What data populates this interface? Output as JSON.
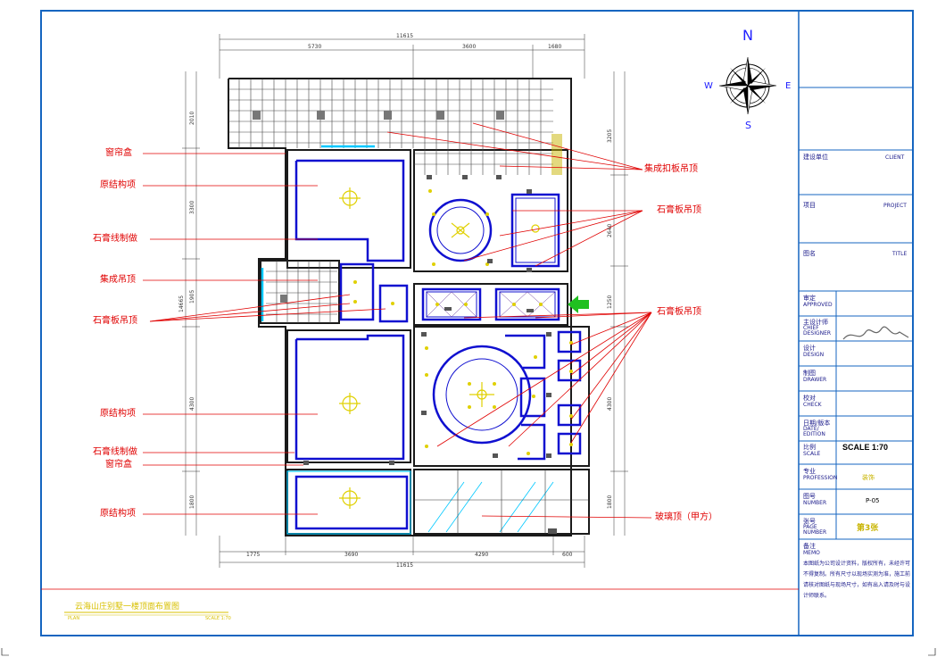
{
  "labels_left": [
    {
      "id": "left-1",
      "text": "窗帘盒"
    },
    {
      "id": "left-2",
      "text": "原结构项"
    },
    {
      "id": "left-3",
      "text": "石膏线制做"
    },
    {
      "id": "left-4",
      "text": "集成吊顶"
    },
    {
      "id": "left-5",
      "text": "石膏板吊顶"
    },
    {
      "id": "left-6",
      "text": "原结构项"
    },
    {
      "id": "left-7",
      "text": "石膏线制做"
    },
    {
      "id": "left-8",
      "text": "窗帘盒"
    },
    {
      "id": "left-9",
      "text": "原结构项"
    }
  ],
  "labels_right": [
    {
      "id": "right-1",
      "text": "集成扣板吊顶"
    },
    {
      "id": "right-2",
      "text": "石膏板吊顶"
    },
    {
      "id": "right-3",
      "text": "石膏板吊顶"
    },
    {
      "id": "right-4",
      "text": "玻璃顶（甲方）"
    }
  ],
  "dimensions": {
    "top_total": "11615",
    "top_a": "5730",
    "top_b": "3600",
    "top_c": "1680",
    "bottom_total": "11615",
    "bottom_a": "1775",
    "bottom_b": "3690",
    "bottom_c": "4290",
    "bottom_d": "600",
    "left_a": "2010",
    "left_b": "3300",
    "left_c": "1905",
    "left_total": "14665",
    "left_d": "4300",
    "left_e": "1800",
    "right_a": "3205",
    "right_b": "2640",
    "right_c": "1250",
    "right_d": "4300",
    "right_e": "1800"
  },
  "compass": {
    "n": "N",
    "s": "S",
    "e": "E",
    "w": "W"
  },
  "title_block": {
    "client_cn": "建设单位",
    "client_en": "CLIENT",
    "project_cn": "项目",
    "project_en": "PROJECT",
    "title_cn": "图名",
    "title_en": "TITLE",
    "approved_cn": "审定",
    "approved_en": "APPROVED",
    "chief_cn": "主设计师",
    "chief_en": "CHIEF DESIGNER",
    "design_cn": "设计",
    "design_en": "DESIGN",
    "drawer_cn": "制图",
    "drawer_en": "DRAWER",
    "check_cn": "校对",
    "check_en": "CHECK",
    "date_cn": "日期/版本",
    "date_en": "DATE/ EDITION",
    "scale_cn": "比例",
    "scale_en": "SCALE",
    "scale_value": "SCALE 1:70",
    "profession_cn": "专业",
    "profession_en": "PROFESSION",
    "profession_value": "装饰",
    "number_cn": "图号",
    "number_en": "NUMBER",
    "number_value": "P-05",
    "page_cn": "张号",
    "page_en": "PAGE NUMBER",
    "page_value": "第3张",
    "memo_cn": "备注",
    "memo_en": "MEMO",
    "memo_text": "本图纸为公司设计资料，版权所有，未经许可不得复制。所有尺寸以现场实测为准，施工前请核对图纸与现场尺寸，如有出入请及时与设计师联系。"
  },
  "footer": {
    "title": "云海山庄别墅一楼顶面布置图",
    "left": "PLAN",
    "right": "SCALE 1:70"
  },
  "colors": {
    "frame": "#1565c0",
    "red": "#e00000",
    "wall": "#1a1a1a",
    "blue": "#1010d0",
    "yellow": "#e0d000",
    "cyan": "#00c8ff"
  }
}
